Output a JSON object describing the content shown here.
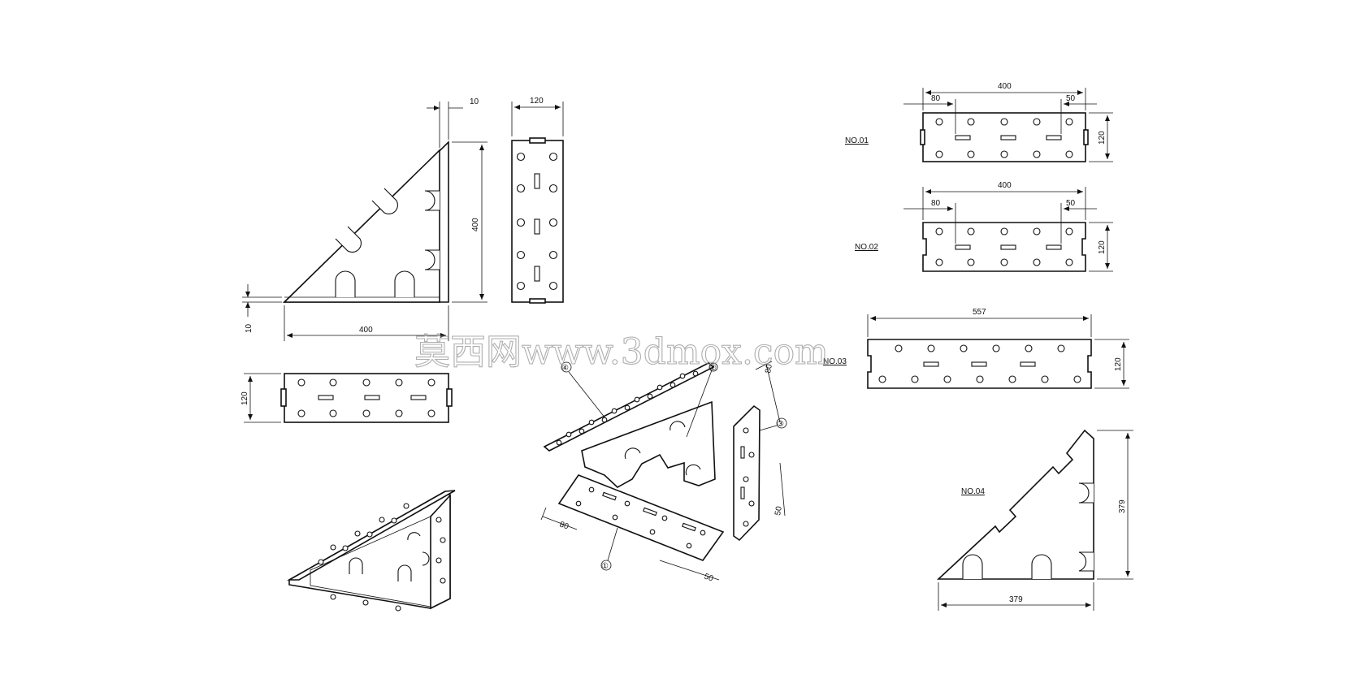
{
  "colors": {
    "line": "#111111",
    "background": "#ffffff",
    "watermark": "#9a9a9a"
  },
  "watermark": {
    "text": "莫西网www.3dmox.com"
  },
  "labels": {
    "no01": "NO.01",
    "no02": "NO.02",
    "no03": "NO.03",
    "no04": "NO.04"
  },
  "callouts": {
    "c1": "①",
    "c2": "②",
    "c3": "③",
    "c4": "④"
  },
  "dims": {
    "tri_thickness": "10",
    "side_width": "120",
    "tri_height": "400",
    "tri_base": "400",
    "tri_base_thickness": "10",
    "front_height": "120",
    "no01_len": "400",
    "no01_left": "80",
    "no01_right": "50",
    "no01_h": "120",
    "no02_len": "400",
    "no02_left": "80",
    "no02_right": "50",
    "no02_h": "120",
    "no03_len": "557",
    "no03_h": "120",
    "no04_h": "379",
    "no04_w": "379",
    "exp_80_top": "80",
    "exp_50_side": "50",
    "exp_80_bottom": "80",
    "exp_50_bottom": "50"
  }
}
